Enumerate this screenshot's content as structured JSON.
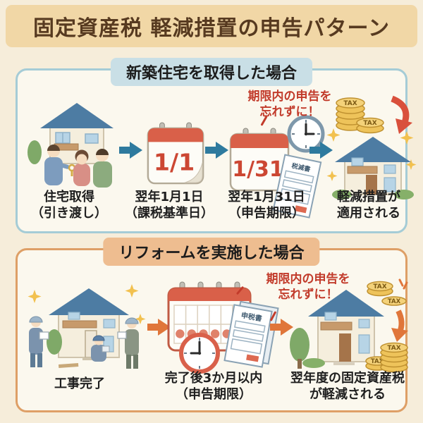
{
  "page": {
    "title": "固定資産税 軽減措置の申告パターン"
  },
  "sections": [
    {
      "header": "新築住宅を取得した場合",
      "note": {
        "line1": "期限内の申告を",
        "line2": "忘れずに！"
      },
      "steps": [
        {
          "label1": "住宅取得",
          "label2": "（引き渡し）"
        },
        {
          "label1": "翌年1月1日",
          "label2": "（課税基準日）",
          "date": "1/1"
        },
        {
          "label1": "翌年1月31日",
          "label2": "（申告期限）",
          "date": "1/31",
          "doc_label": "税減書"
        },
        {
          "label1": "軽減措置が",
          "label2": "適用される"
        }
      ]
    },
    {
      "header": "リフォームを実施した場合",
      "note": {
        "line1": "期限内の申告を",
        "line2": "忘れずに！"
      },
      "steps": [
        {
          "label1": "工事完了",
          "label2": ""
        },
        {
          "label1": "完了後3か月以内",
          "label2": "（申告期限）",
          "doc_label": "申税書"
        },
        {
          "label1": "翌年度の固定資産税",
          "label2": "が軽減される"
        }
      ]
    }
  ],
  "icons": {
    "tax_label": "TAX",
    "step1_new": "family-receiving-house-keys-icon",
    "step2_new": "calendar-jan1-icon",
    "step3_new": "calendar-jan31-clock-document-icon",
    "step4_new": "tax-coins-falling-on-house-icon",
    "step1_reno": "construction-workers-house-icon",
    "step2_reno": "calendar-clock-application-form-icon",
    "step3_reno": "house-tax-coins-reduced-icon",
    "arrow": "flow-arrow-icon"
  },
  "colors": {
    "page_bg": "#f6edda",
    "title_bg": "#f1d7a6",
    "title_text": "#573a20",
    "section_new_accent": "#a5ccd6",
    "section_new_badge": "#c9dfe6",
    "section_reno_accent": "#de9f66",
    "section_reno_badge": "#eebd90",
    "arrow_blue": "#2e7a9e",
    "arrow_orange": "#e0763a",
    "note_red": "#c23b2b",
    "calendar_red": "#d96049",
    "coin_gold": "#eec35a"
  }
}
